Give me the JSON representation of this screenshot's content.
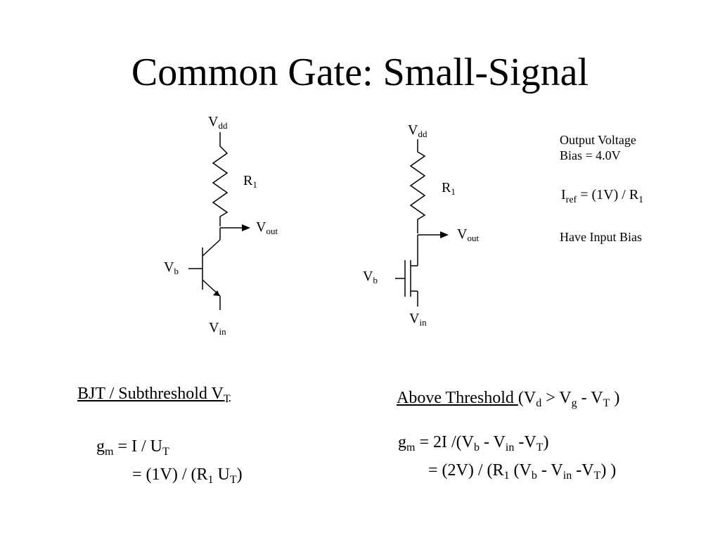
{
  "title": "Common Gate: Small-Signal",
  "bjt": {
    "vdd": {
      "base": "V",
      "sub": "dd"
    },
    "r1": {
      "base": "R",
      "sub": "1"
    },
    "vout": {
      "base": "V",
      "sub": "out"
    },
    "vb": {
      "base": "V",
      "sub": "b"
    },
    "vin": {
      "base": "V",
      "sub": "in"
    }
  },
  "mos": {
    "vdd": {
      "base": "V",
      "sub": "dd"
    },
    "r1": {
      "base": "R",
      "sub": "1"
    },
    "vout": {
      "base": "V",
      "sub": "out"
    },
    "vb": {
      "base": "V",
      "sub": "b"
    },
    "vin": {
      "base": "V",
      "sub": "in"
    }
  },
  "notes": {
    "output_line1": "Output Voltage",
    "output_line2": "Bias = 4.0V",
    "iref": {
      "I": "I",
      "ref": "ref",
      "eq": " = (1V) / R",
      "one": "1"
    },
    "input_bias": "Have Input Bias"
  },
  "bjt_section": {
    "heading": {
      "text": "BJT / Subthreshold V",
      "sub": "T"
    },
    "line1": {
      "g": "g",
      "m": "m",
      "a": " = I / U",
      "T": "T"
    },
    "line2": {
      "a": "= (1V) / (R",
      "one": "1",
      "b": " U",
      "T": "T",
      "c": ")"
    }
  },
  "above_section": {
    "heading": {
      "text": "Above Threshold ",
      "cond_a": "(V",
      "d": "d",
      "cond_b": " > V",
      "g": "g",
      "cond_c": " - V",
      "T": "T",
      "cond_d": " )"
    },
    "line1": {
      "g": "g",
      "m": "m",
      "a": " = 2I /(V",
      "b": "b",
      "c": " - V",
      "in": "in",
      "d": " -V",
      "T": "T",
      "e": ")"
    },
    "line2": {
      "a": "= (2V) / (R",
      "one": "1",
      "b": " (V",
      "bsub": "b",
      "c": " - V",
      "in": "in",
      "d": " -V",
      "T": "T",
      "e": ") )"
    }
  }
}
